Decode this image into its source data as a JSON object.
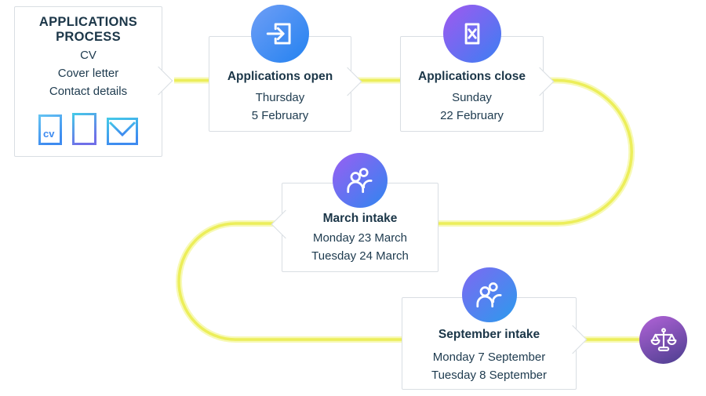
{
  "process_box": {
    "title_line1": "APPLICATIONS",
    "title_line2": "PROCESS",
    "items": [
      "CV",
      "Cover letter",
      "Contact details"
    ],
    "cv_glyph": "cv",
    "icons": [
      "cv-document-icon",
      "document-lines-icon",
      "envelope-icon"
    ]
  },
  "milestones": [
    {
      "id": "applications-open",
      "title": "Applications open",
      "lines": [
        "Thursday",
        "5 February"
      ],
      "icon": "sign-in-icon"
    },
    {
      "id": "applications-close",
      "title": "Applications close",
      "lines": [
        "Sunday",
        "22 February"
      ],
      "icon": "close-box-icon"
    },
    {
      "id": "march-intake",
      "title": "March intake",
      "lines": [
        "Monday 23 March",
        "Tuesday 24 March"
      ],
      "icon": "people-icon"
    },
    {
      "id": "september-intake",
      "title": "September intake",
      "lines": [
        "Monday 7 September",
        "Tuesday 8 September"
      ],
      "icon": "people-icon"
    }
  ],
  "end_icon": "scales-icon",
  "colors": {
    "connector_yellow": "#ecee5a",
    "connector_glow": "#f6f8ae",
    "card_border": "#d9dee3",
    "text_navy": "#1c3848",
    "badge_open": [
      "#6f9ef6",
      "#2382f0"
    ],
    "badge_close": [
      "#a158f0",
      "#3b7ff2"
    ],
    "badge_march": [
      "#9a5ef2",
      "#2f86f0"
    ],
    "badge_september": [
      "#7e68f2",
      "#2b9bed"
    ],
    "badge_scales": [
      "#b263d8",
      "#4b3e8e"
    ],
    "mini_icon_cyan": "#45c8e8",
    "mini_icon_blue": "#3e8bf0",
    "mini_icon_purple": "#6f6fe8"
  }
}
